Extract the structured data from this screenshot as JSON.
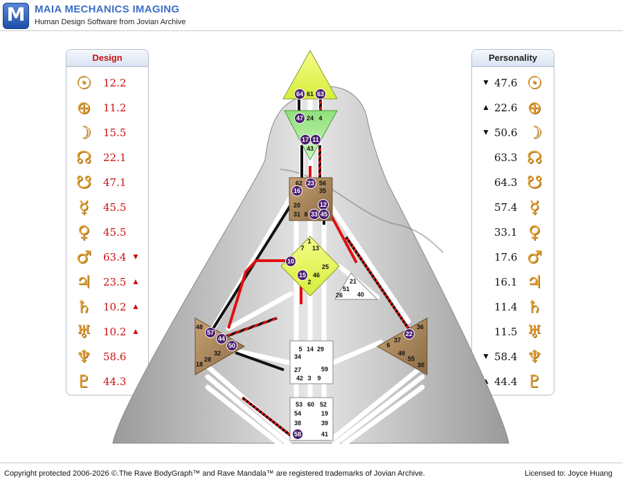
{
  "app": {
    "logo_letter": "M",
    "title": "MAIA MECHANICS IMAGING",
    "subtitle": "Human Design Software from Jovian Archive"
  },
  "design": {
    "title": "Design",
    "rows": [
      {
        "planet": "sun-icon",
        "glyph": "☉",
        "value": "12.2",
        "arrow": ""
      },
      {
        "planet": "earth-icon",
        "glyph": "⊕",
        "value": "11.2",
        "arrow": ""
      },
      {
        "planet": "moon-icon",
        "glyph": "☽",
        "value": "15.5",
        "arrow": ""
      },
      {
        "planet": "north-node-icon",
        "glyph": "☊",
        "value": "22.1",
        "arrow": ""
      },
      {
        "planet": "south-node-icon",
        "glyph": "☋",
        "value": "47.1",
        "arrow": ""
      },
      {
        "planet": "mercury-icon",
        "glyph": "☿",
        "value": "45.5",
        "arrow": ""
      },
      {
        "planet": "venus-icon",
        "glyph": "♀",
        "value": "45.5",
        "arrow": ""
      },
      {
        "planet": "mars-icon",
        "glyph": "♂",
        "value": "63.4",
        "arrow": "▼"
      },
      {
        "planet": "jupiter-icon",
        "glyph": "♃",
        "value": "23.5",
        "arrow": "▲"
      },
      {
        "planet": "saturn-icon",
        "glyph": "♄",
        "value": "10.2",
        "arrow": "▲"
      },
      {
        "planet": "uranus-icon",
        "glyph": "♅",
        "value": "10.2",
        "arrow": "▲"
      },
      {
        "planet": "neptune-icon",
        "glyph": "♆",
        "value": "58.6",
        "arrow": ""
      },
      {
        "planet": "pluto-icon",
        "glyph": "♇",
        "value": "44.3",
        "arrow": ""
      }
    ]
  },
  "personality": {
    "title": "Personality",
    "rows": [
      {
        "planet": "sun-icon",
        "glyph": "☉",
        "value": "47.6",
        "arrow": "▼"
      },
      {
        "planet": "earth-icon",
        "glyph": "⊕",
        "value": "22.6",
        "arrow": "▲"
      },
      {
        "planet": "moon-icon",
        "glyph": "☽",
        "value": "50.6",
        "arrow": "▼"
      },
      {
        "planet": "north-node-icon",
        "glyph": "☊",
        "value": "63.3",
        "arrow": ""
      },
      {
        "planet": "south-node-icon",
        "glyph": "☋",
        "value": "64.3",
        "arrow": ""
      },
      {
        "planet": "mercury-icon",
        "glyph": "☿",
        "value": "57.4",
        "arrow": ""
      },
      {
        "planet": "venus-icon",
        "glyph": "♀",
        "value": "33.1",
        "arrow": ""
      },
      {
        "planet": "mars-icon",
        "glyph": "♂",
        "value": "17.6",
        "arrow": ""
      },
      {
        "planet": "jupiter-icon",
        "glyph": "♃",
        "value": "16.1",
        "arrow": ""
      },
      {
        "planet": "saturn-icon",
        "glyph": "♄",
        "value": "11.4",
        "arrow": ""
      },
      {
        "planet": "uranus-icon",
        "glyph": "♅",
        "value": "11.5",
        "arrow": ""
      },
      {
        "planet": "neptune-icon",
        "glyph": "♆",
        "value": "58.4",
        "arrow": "▼"
      },
      {
        "planet": "pluto-icon",
        "glyph": "♇",
        "value": "44.4",
        "arrow": "▲"
      }
    ]
  },
  "gates": {
    "head": [
      "64",
      "61",
      "63"
    ],
    "ajna": [
      "47",
      "24",
      "4",
      "17",
      "11",
      "43"
    ],
    "throat": [
      "62",
      "23",
      "56",
      "16",
      "35",
      "12",
      "20",
      "31",
      "8",
      "33",
      "45"
    ],
    "g": [
      "1",
      "7",
      "13",
      "10",
      "25",
      "15",
      "46",
      "2"
    ],
    "ego": [
      "21",
      "51",
      "26",
      "40"
    ],
    "spleen": [
      "48",
      "57",
      "44",
      "50",
      "32",
      "28",
      "18"
    ],
    "solar_plexus": [
      "36",
      "22",
      "6",
      "37",
      "49",
      "55",
      "30"
    ],
    "sacral": [
      "5",
      "14",
      "29",
      "34",
      "27",
      "59",
      "42",
      "3",
      "9"
    ],
    "root": [
      "53",
      "60",
      "52",
      "54",
      "19",
      "38",
      "39",
      "58",
      "41"
    ]
  },
  "activated_gates": [
    "64",
    "63",
    "47",
    "17",
    "11",
    "23",
    "16",
    "12",
    "33",
    "45",
    "10",
    "15",
    "57",
    "44",
    "50",
    "22",
    "58"
  ],
  "colors": {
    "personality": "#111111",
    "design": "#e01010",
    "activated_gate": "#4a1f6e",
    "planet_glyph": "#e3a23a"
  },
  "footer": {
    "copyright": "Copyright protected 2006-2026 ©.The Rave BodyGraph™ and Rave Mandala™ are registered trademarks of Jovian Archive.",
    "license": "Licensed to: Joyce Huang"
  }
}
